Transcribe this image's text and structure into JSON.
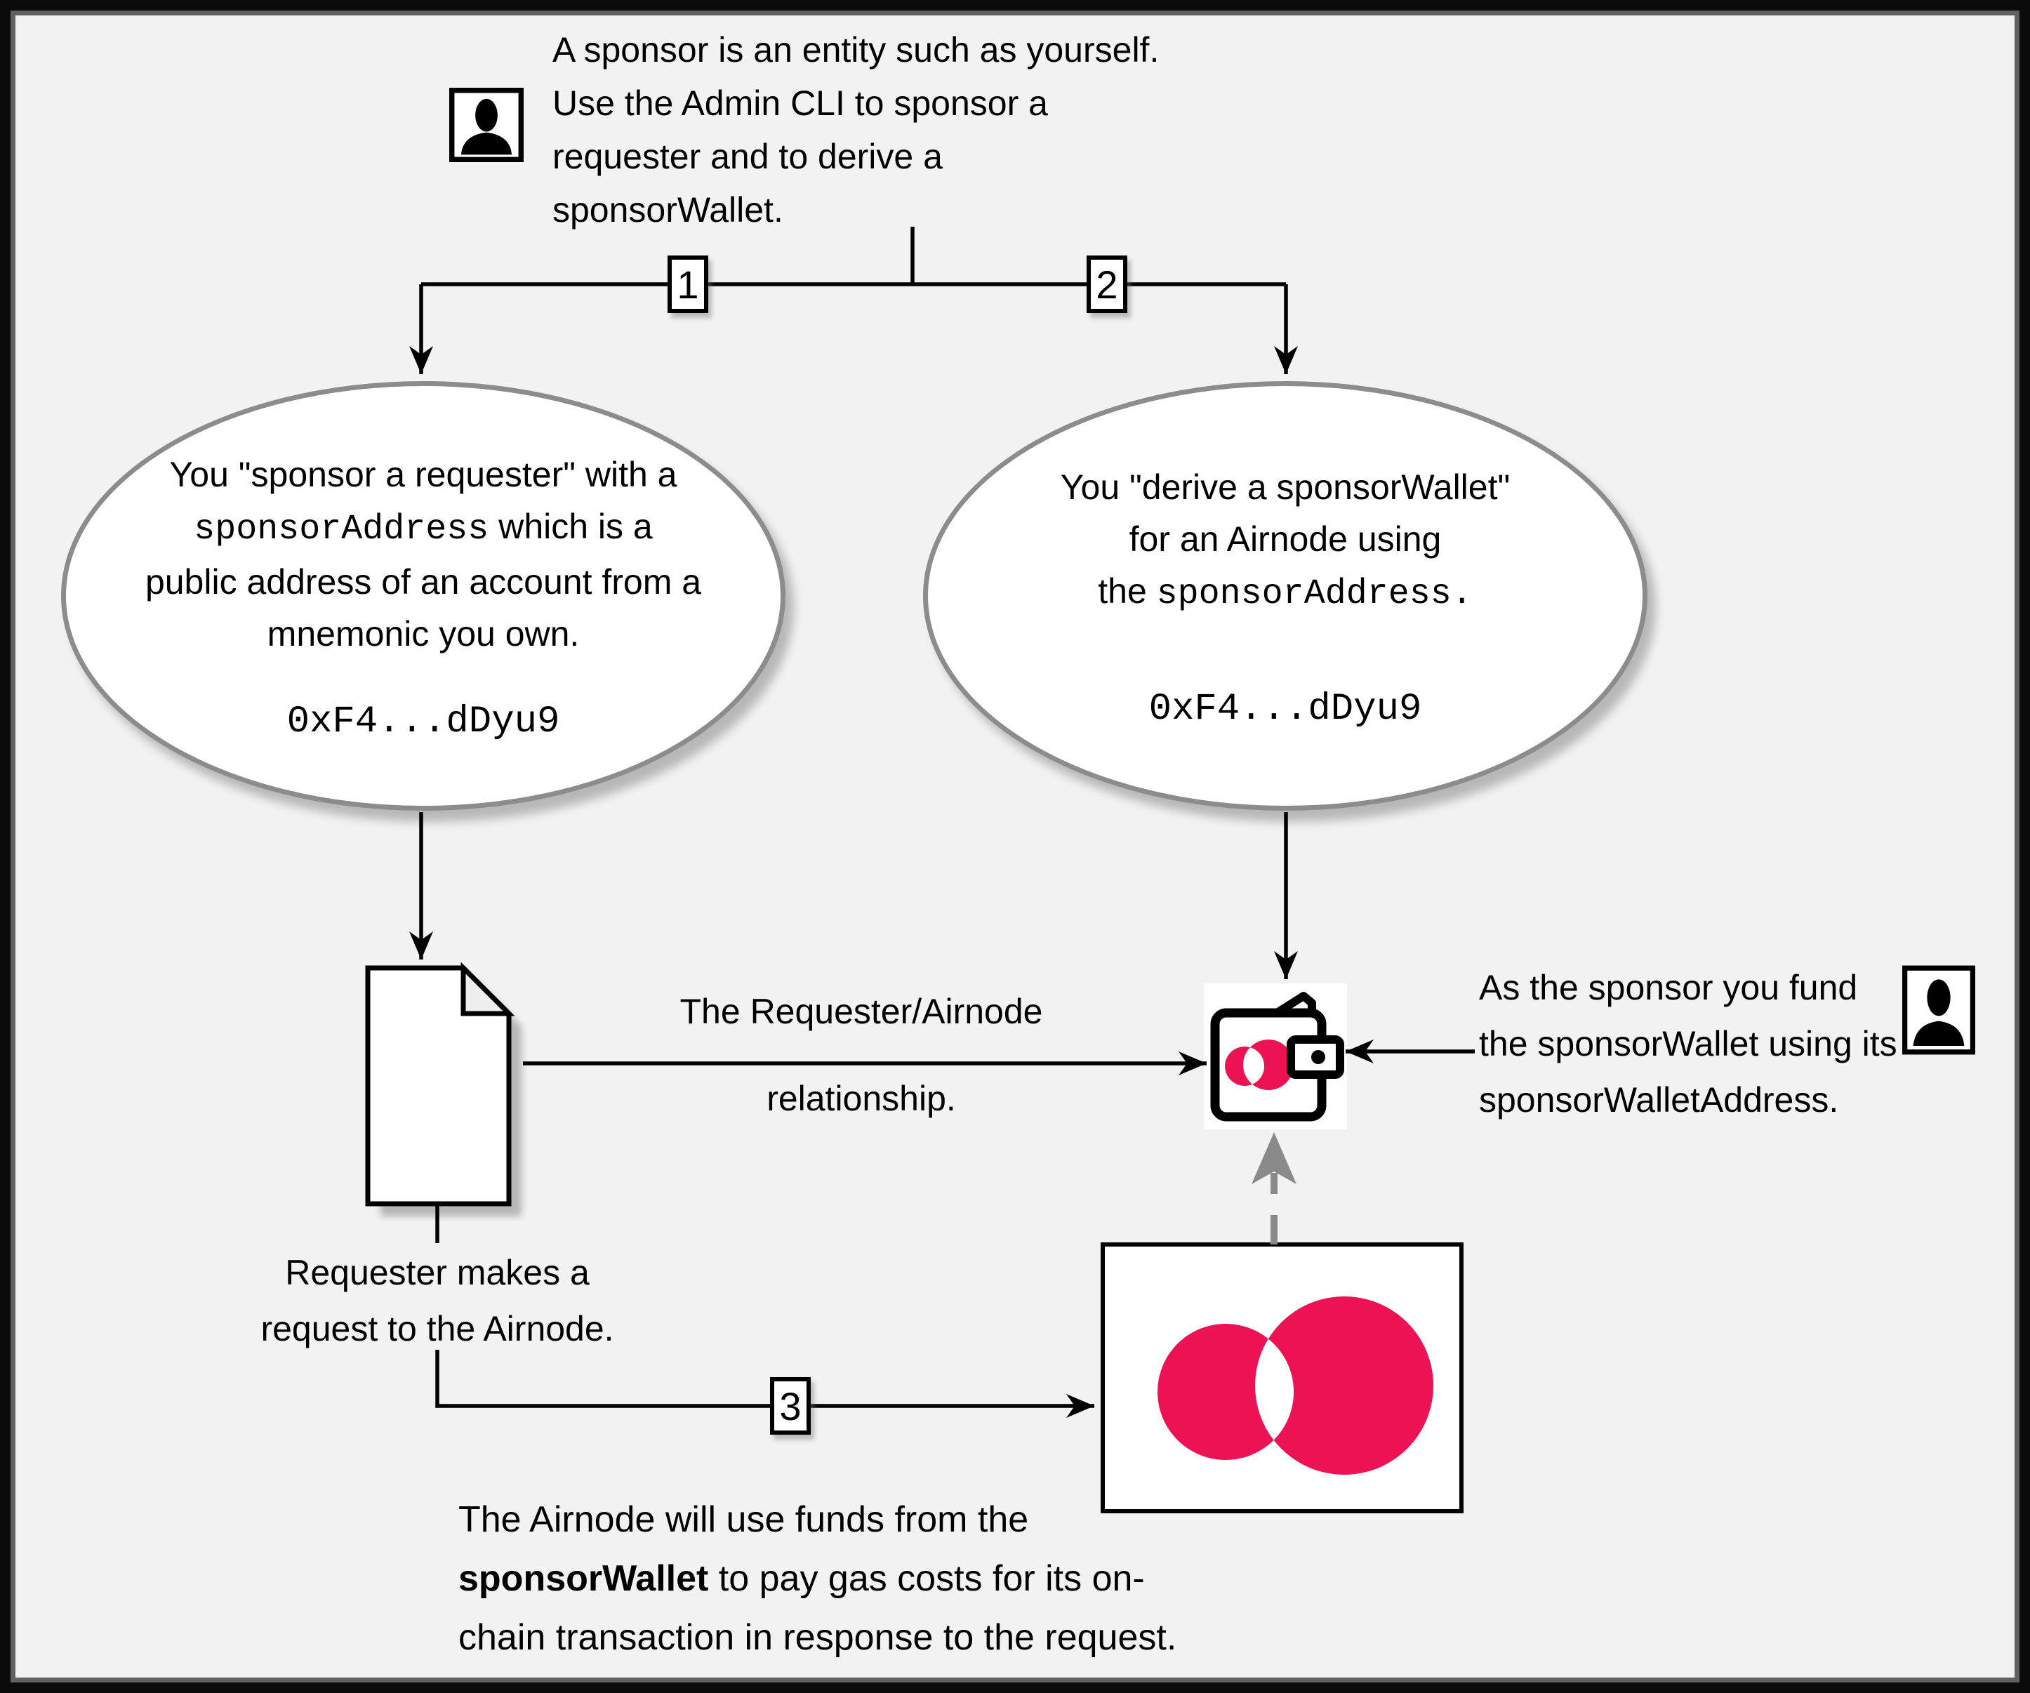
{
  "top_note": {
    "lines": [
      "A sponsor is an entity such as yourself.",
      "Use the Admin CLI to sponsor a",
      "requester and to derive a",
      "sponsorWallet."
    ]
  },
  "step_labels": {
    "one": "1",
    "two": "2",
    "three": "3"
  },
  "left_ellipse": {
    "line1": "You \"sponsor a requester\" with a",
    "line2_mono": "sponsorAddress",
    "line2_rest": " which is a",
    "line3": "public address of an account from a",
    "line4": "mnemonic you own.",
    "address": "0xF4...dDyu9"
  },
  "right_ellipse": {
    "line1": "You \"derive a sponsorWallet\"",
    "line2": "for an Airnode using",
    "line3_plain": "the ",
    "line3_mono": "sponsorAddress.",
    "address": "0xF4...dDyu9"
  },
  "relationship_label": {
    "line1": "The Requester/Airnode",
    "line2": "relationship."
  },
  "requester_label": {
    "line1": "Requester makes a",
    "line2": "request to the Airnode."
  },
  "fund_note": {
    "line1": "As the sponsor you fund",
    "line2": "the sponsorWallet using its",
    "line3": "sponsorWalletAddress."
  },
  "bottom_note": {
    "line1": "The Airnode will use funds from the",
    "line2_bold": "sponsorWallet",
    "line2_rest": " to pay gas costs for its on-",
    "line3": "chain transaction in response to the request."
  },
  "icons": {
    "sponsor_person": "person-icon",
    "funder_person": "person-icon",
    "requester_document": "document-icon",
    "sponsor_wallet": "wallet-icon",
    "airnode": "api3-airnode-logo"
  },
  "colors": {
    "accent_pink": "#ec1254",
    "ellipse_border": "#8c8c8c",
    "background": "#f3f2f2",
    "line_black": "#000000",
    "dashed_gray": "#8a8a8a"
  }
}
